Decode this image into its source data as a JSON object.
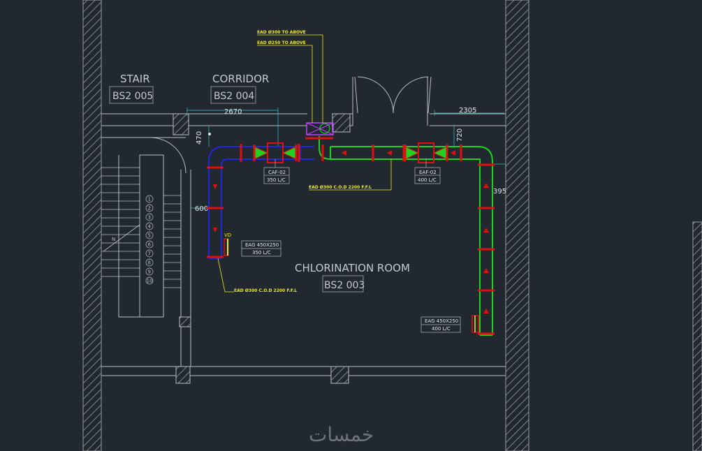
{
  "rooms": {
    "stair": {
      "name": "STAIR",
      "code": "BS2 005"
    },
    "corridor": {
      "name": "CORRIDOR",
      "code": "BS2 004"
    },
    "chlorination": {
      "name": "CHLORINATION ROOM",
      "code": "BS2 003"
    }
  },
  "dimensions": {
    "d2670": "2670",
    "d2305": "2305",
    "d470": "470",
    "d720": "720",
    "d600": "600",
    "d395": "395"
  },
  "fans": {
    "caf": {
      "tag": "CAF-02",
      "flow": "350 L/C"
    },
    "eaf": {
      "tag": "EAF-02",
      "flow": "400 L/C"
    }
  },
  "grilles": {
    "left": {
      "size": "EAG 450X250",
      "flow": "350 L/C",
      "damper": "VD"
    },
    "right": {
      "size": "EAG 450X250",
      "flow": "400 L/C"
    }
  },
  "notes": {
    "above1": "EAD Ø300 TO ABOVE",
    "above2": "EAD Ø250 TO ABOVE",
    "duct_green": "EAD Ø300 C.O.D 2200 F.F.L",
    "duct_blue": "EAD Ø300 C.O.D 2200 F.F.L"
  },
  "stair_steps": [
    "1",
    "2",
    "3",
    "4",
    "5",
    "6",
    "7",
    "8",
    "9",
    "10"
  ],
  "stair_arrow": "N",
  "watermark": "خمسات",
  "colors": {
    "background": "#212830",
    "wall": "#bdbdbd",
    "duct_blue": "#1e2ad8",
    "duct_green": "#1fd21f",
    "fitting_red": "#e01010",
    "text_yellow": "#f2ea1a",
    "purple": "#c040ff"
  }
}
